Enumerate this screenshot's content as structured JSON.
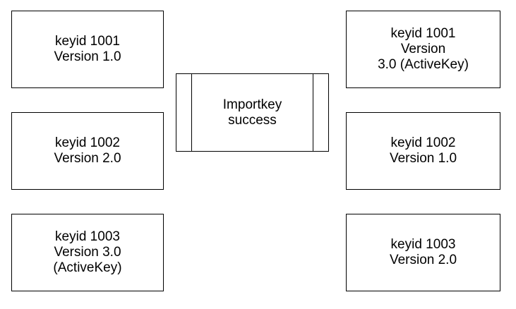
{
  "before": [
    {
      "lines": [
        "keyid 1001",
        "Version 1.0"
      ]
    },
    {
      "lines": [
        "keyid 1002",
        "Version 2.0"
      ]
    },
    {
      "lines": [
        "keyid 1003",
        "Version 3.0",
        "(ActiveKey)"
      ]
    }
  ],
  "process": {
    "lines": [
      "Importkey",
      "success"
    ]
  },
  "after": [
    {
      "lines": [
        "keyid 1001",
        "Version",
        "3.0 (ActiveKey)"
      ]
    },
    {
      "lines": [
        "keyid 1002",
        "Version 1.0"
      ]
    },
    {
      "lines": [
        "keyid 1003",
        "Version 2.0"
      ]
    }
  ]
}
